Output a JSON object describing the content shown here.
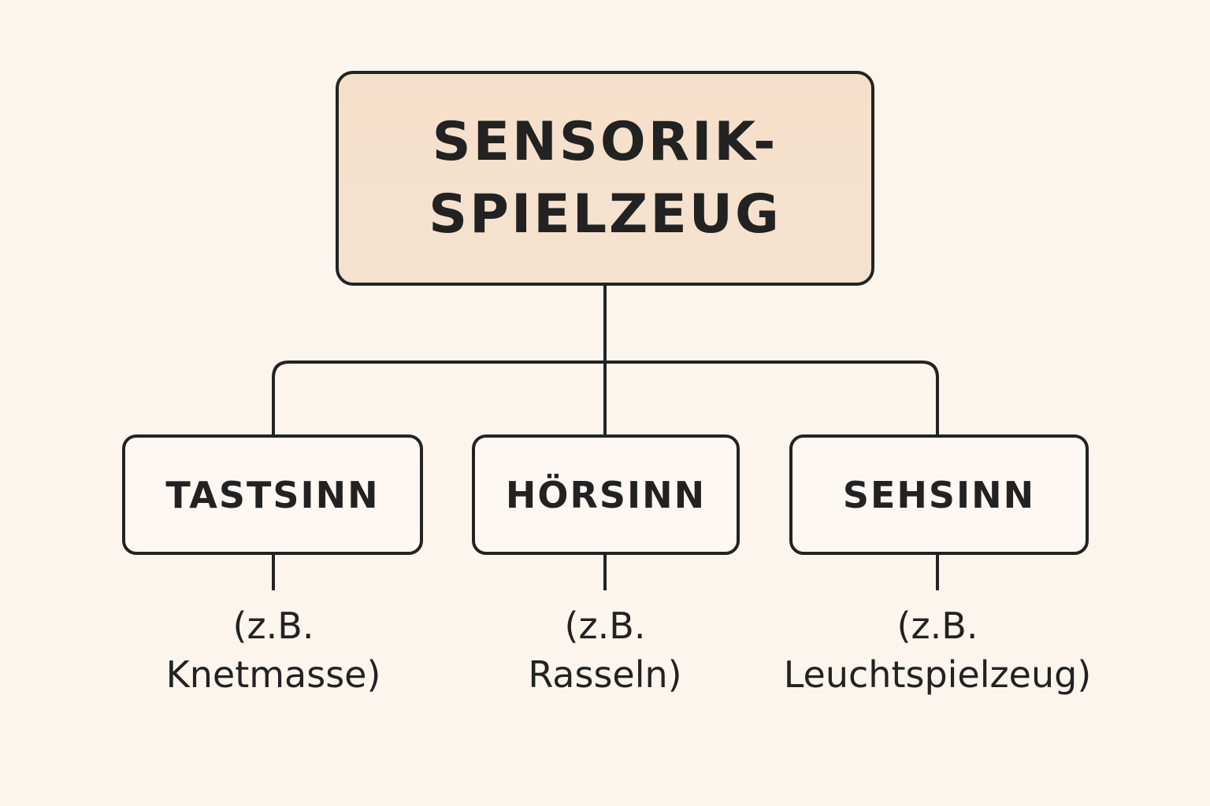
{
  "root": {
    "line1": "SENSORIK-",
    "line2": "SPIELZEUG"
  },
  "branches": [
    {
      "label": "TASTSINN",
      "example_line1": "(z.B.",
      "example_line2": "Knetmasse)"
    },
    {
      "label": "HÖRSINN",
      "example_line1": "(z.B.",
      "example_line2": "Rasseln)"
    },
    {
      "label": "SEHSINN",
      "example_line1": "(z.B.",
      "example_line2": "Leuchtspielzeug)"
    }
  ],
  "colors": {
    "background": "#fcf5ee",
    "root_fill": "#f6dfc9",
    "child_fill": "#fdf8f3",
    "stroke": "#232323",
    "text": "#222222"
  }
}
